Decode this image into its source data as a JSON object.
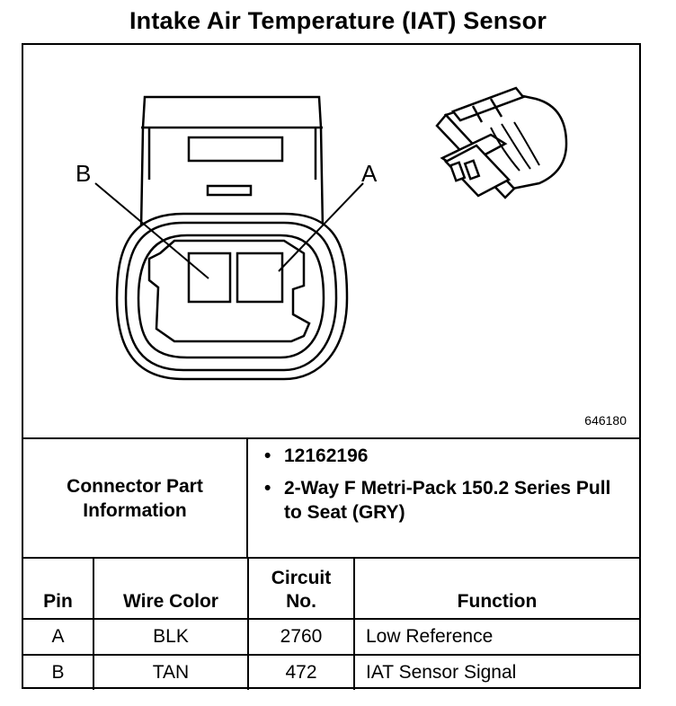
{
  "title": "Intake Air Temperature (IAT) Sensor",
  "figure_id": "646180",
  "pin_labels": {
    "b": "B",
    "a": "A"
  },
  "connector_info": {
    "label_line1": "Connector Part",
    "label_line2": "Information",
    "items": [
      "12162196",
      "2-Way F Metri-Pack 150.2 Series Pull to Seat (GRY)"
    ]
  },
  "pin_table": {
    "headers": {
      "pin": "Pin",
      "wire_color": "Wire Color",
      "circuit_line1": "Circuit",
      "circuit_line2": "No.",
      "function": "Function"
    },
    "rows": [
      {
        "pin": "A",
        "wire_color": "BLK",
        "circuit": "2760",
        "function": "Low Reference"
      },
      {
        "pin": "B",
        "wire_color": "TAN",
        "circuit": "472",
        "function": "IAT Sensor Signal"
      }
    ]
  }
}
